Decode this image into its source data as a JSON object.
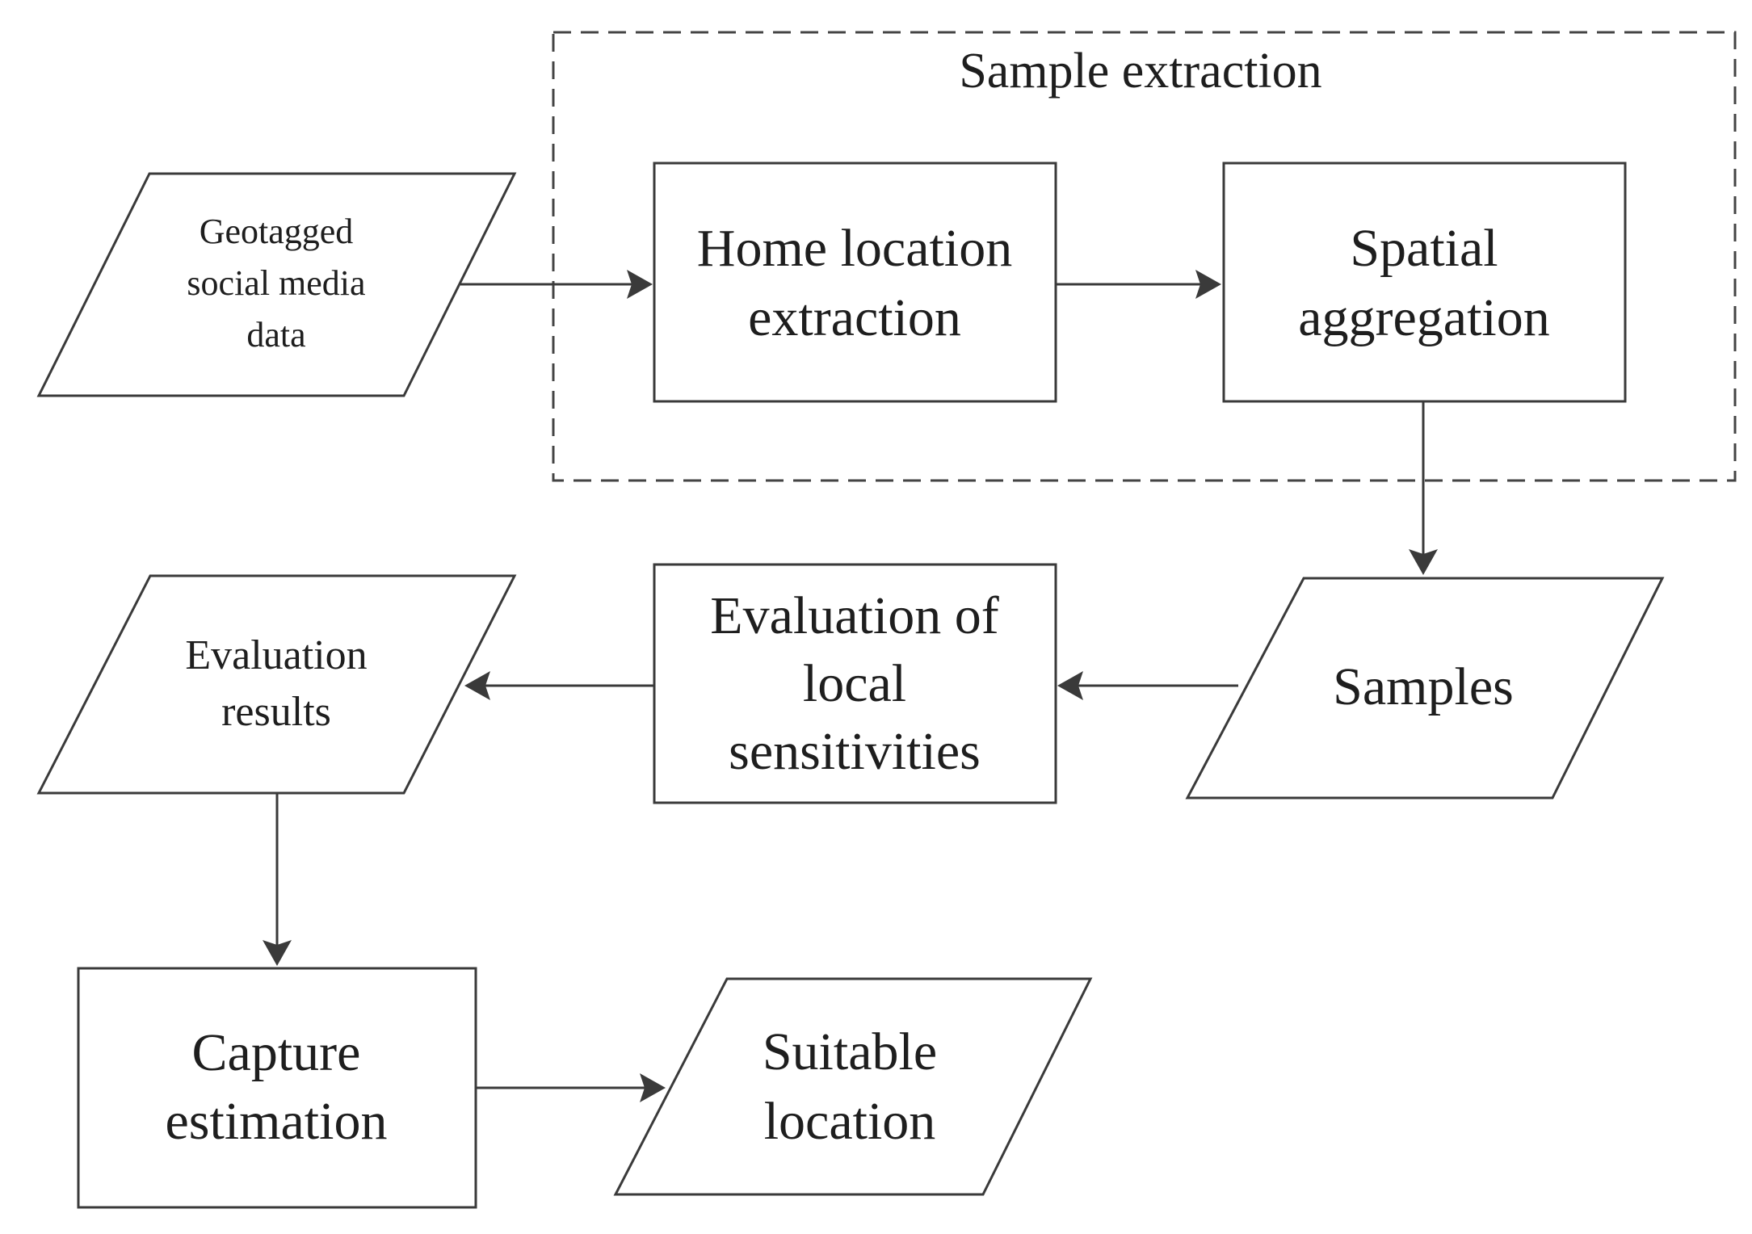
{
  "group": {
    "title": "Sample extraction"
  },
  "nodes": {
    "geotagged_data": {
      "lines": [
        "Geotagged",
        "social media",
        "data"
      ]
    },
    "home_location": {
      "lines": [
        "Home location",
        "extraction"
      ]
    },
    "spatial_aggregation": {
      "lines": [
        "Spatial",
        "aggregation"
      ]
    },
    "samples": {
      "lines": [
        "Samples"
      ]
    },
    "evaluation_local": {
      "lines": [
        "Evaluation of",
        "local",
        "sensitivities"
      ]
    },
    "evaluation_results": {
      "lines": [
        "Evaluation",
        "results"
      ]
    },
    "capture_estimation": {
      "lines": [
        "Capture",
        "estimation"
      ]
    },
    "suitable_location": {
      "lines": [
        "Suitable",
        "location"
      ]
    }
  },
  "edges": [
    {
      "from": "geotagged_data",
      "to": "home_location"
    },
    {
      "from": "home_location",
      "to": "spatial_aggregation"
    },
    {
      "from": "spatial_aggregation",
      "to": "samples"
    },
    {
      "from": "samples",
      "to": "evaluation_local"
    },
    {
      "from": "evaluation_local",
      "to": "evaluation_results"
    },
    {
      "from": "evaluation_results",
      "to": "capture_estimation"
    },
    {
      "from": "capture_estimation",
      "to": "suitable_location"
    }
  ]
}
